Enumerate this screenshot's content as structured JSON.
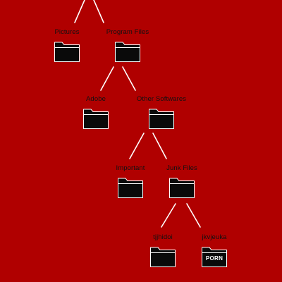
{
  "colors": {
    "background": "#b00000",
    "folder": "#0a0a0a",
    "folder_outline": "#ffffff",
    "connector": "#ffffff",
    "label": "#111111"
  },
  "tree": {
    "pictures": {
      "label": "Pictures",
      "icon": "folder-icon"
    },
    "program_files": {
      "label": "Program Files",
      "icon": "folder-icon"
    },
    "adobe": {
      "label": "Adobe",
      "icon": "folder-icon"
    },
    "other_softwares": {
      "label": "Other Softwares",
      "icon": "folder-icon"
    },
    "important": {
      "label": "Important",
      "icon": "folder-icon"
    },
    "junk_files": {
      "label": "Junk Files",
      "icon": "folder-icon"
    },
    "tjjhidoi": {
      "label": "tjjhidoi",
      "icon": "folder-icon"
    },
    "jkvjeuka": {
      "label": "jkvjeuka",
      "icon": "folder-icon",
      "badge": "PORN"
    }
  }
}
